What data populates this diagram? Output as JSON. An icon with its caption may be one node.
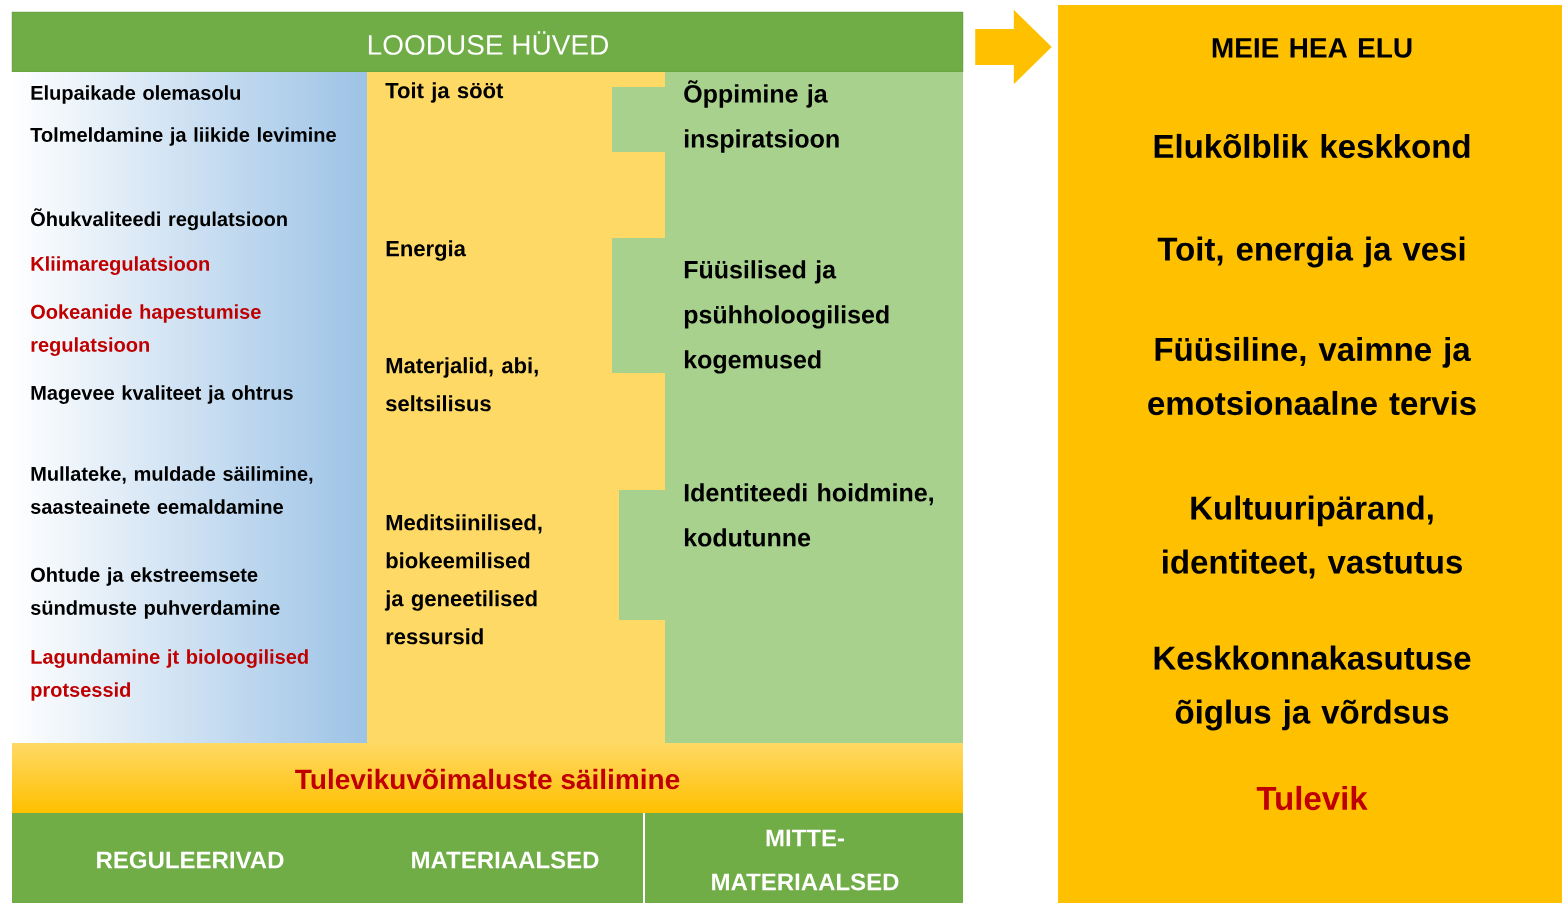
{
  "diagram": {
    "nodes": [
      {
        "text": [
          "LOODUSE HÜVED"
        ]
      },
      {
        "text": [
          "Elupaikade olemasolu",
          "Tolmeldamine ja liikide levimine",
          "Õhukvaliteedi regulatsioon",
          "Kliimaregulatsioon",
          "Ookeanide hapestumise regulatsioon",
          "Magevee kvaliteet ja ohtrus",
          "Mullateke, muldade säilimine, saasteainete eemaldamine",
          "Ohtude ja ekstreemsete sündmuste puhverdamine",
          "Lagundamine jt bioloogilised protsessid"
        ]
      },
      {
        "text": [
          "Toit ja sööt",
          "Energia",
          "Materjalid, abi, seltsilisus",
          "Meditsiinilised, biokeemilised ja geneetilised ressursid"
        ]
      },
      {
        "text": [
          "Õppimine ja inspiratsioon",
          "Füüsilised ja psühholoogilised kogemused",
          "Identiteedi hoidmine, kodutunne"
        ]
      },
      {
        "text": [
          "Tulevikuvõimaluste säilimine"
        ]
      },
      {
        "text": [
          "REGULEERIVAD"
        ]
      },
      {
        "text": [
          "MATERIAALSED"
        ]
      },
      {
        "text": [
          "MITTE-MATERIAALSED"
        ]
      },
      {
        "text": [
          "MEIE HEA ELU",
          "Elukõlblik keskkond",
          "Toit, energia ja vesi",
          "Füüsiline, vaimne ja emotsionaalne tervis",
          "Kultuuripärand, identiteet, vastutus",
          "Keskkonnakasutuse õiglus ja võrdsus",
          "Tulevik"
        ]
      }
    ],
    "edges": [
      {
        "from": 0,
        "to": 8,
        "arrow": "to",
        "color": "#ffc000"
      }
    ]
  }
}
